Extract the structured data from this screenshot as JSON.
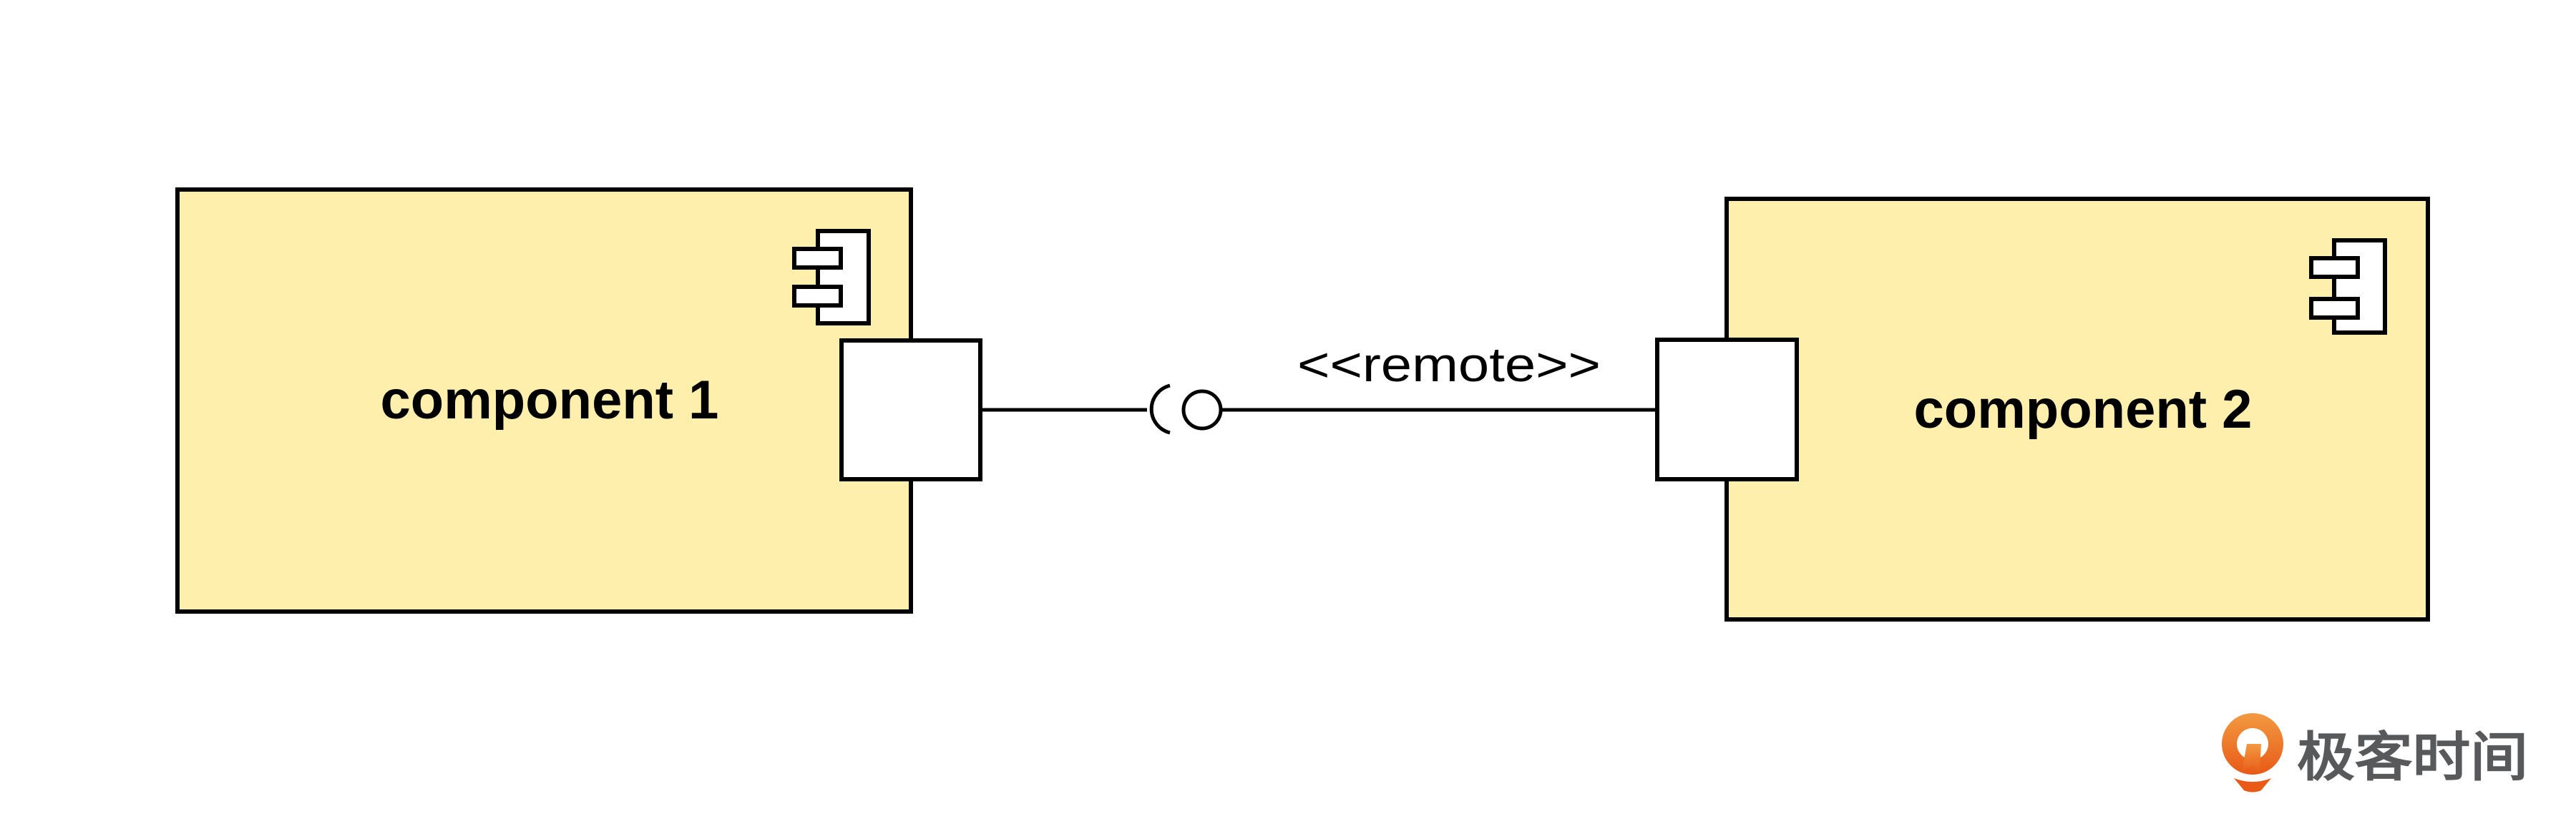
{
  "diagram": {
    "type": "UML component diagram",
    "components": [
      {
        "id": "c1",
        "name": "component 1"
      },
      {
        "id": "c2",
        "name": "component 2"
      }
    ],
    "connector": {
      "from": "component 1",
      "to": "component 2",
      "stereotype": "<<remote>>",
      "kind": "assembly (required socket / provided ball)"
    },
    "colors": {
      "component_fill": "#FEEFAD",
      "border": "#000000",
      "port_fill": "#FFFFFF",
      "brand_orange": "#EC6B22",
      "brand_text": "#58595B"
    }
  },
  "watermark": {
    "logo_icon": "geektime-logo-icon",
    "text": "极客时间"
  }
}
